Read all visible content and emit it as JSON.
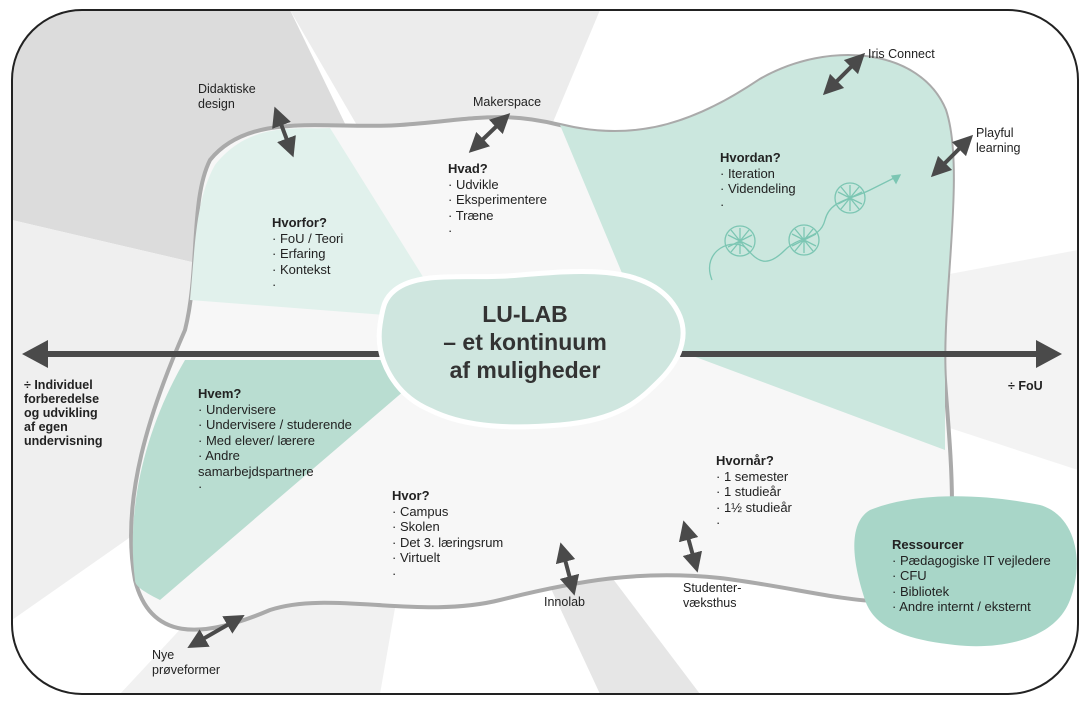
{
  "center": {
    "line1": "LU-LAB",
    "line2": "– et kontinuum",
    "line3": "af muligheder"
  },
  "axis": {
    "left_label": [
      "÷ Individuel",
      "forberedelse",
      "og udvikling",
      "af egen",
      "undervisning"
    ],
    "right_label": "÷ FoU"
  },
  "sections": {
    "hvorfor": {
      "title": "Hvorfor?",
      "items": [
        "· FoU / Teori",
        "· Erfaring",
        "· Kontekst",
        "·"
      ]
    },
    "hvad": {
      "title": "Hvad?",
      "items": [
        "· Udvikle",
        "· Eksperimentere",
        "· Træne",
        "·"
      ]
    },
    "hvordan": {
      "title": "Hvordan?",
      "items": [
        "· Iteration",
        "· Videndeling",
        "·"
      ]
    },
    "hvem": {
      "title": "Hvem?",
      "items": [
        "· Undervisere",
        "· Undervisere / studerende",
        "· Med elever/ lærere",
        "· Andre",
        "  samarbejdspartnere",
        "·"
      ]
    },
    "hvor": {
      "title": "Hvor?",
      "items": [
        "· Campus",
        "· Skolen",
        "· Det 3. læringsrum",
        "· Virtuelt",
        "·"
      ]
    },
    "hvornaar": {
      "title": "Hvornår?",
      "items": [
        "· 1 semester",
        "· 1 studieår",
        "· 1½ studieår",
        "·"
      ]
    },
    "ressourcer": {
      "title": "Ressourcer",
      "items": [
        "· Pædagogiske IT vejledere",
        "· CFU",
        "· Bibliotek",
        "· Andre internt / eksternt"
      ]
    }
  },
  "labels": {
    "didaktiske": [
      "Didaktiske",
      "design"
    ],
    "makerspace": "Makerspace",
    "iris": "Iris Connect",
    "playful": [
      "Playful",
      "learning"
    ],
    "innolab": "Innolab",
    "studenter": [
      "Studenter-",
      "væksthus"
    ],
    "nye": [
      "Nye",
      "prøveformer"
    ]
  },
  "colors": {
    "teal_light": "#dcefea",
    "teal_mid": "#c2e2d9",
    "teal_strong": "#a8d6c8",
    "center_blob": "#cfe6df",
    "gray_light": "#ececec",
    "gray_mid": "#e2e2e2",
    "outline": "#aaaaaa",
    "arrow": "#4a4a4a"
  }
}
